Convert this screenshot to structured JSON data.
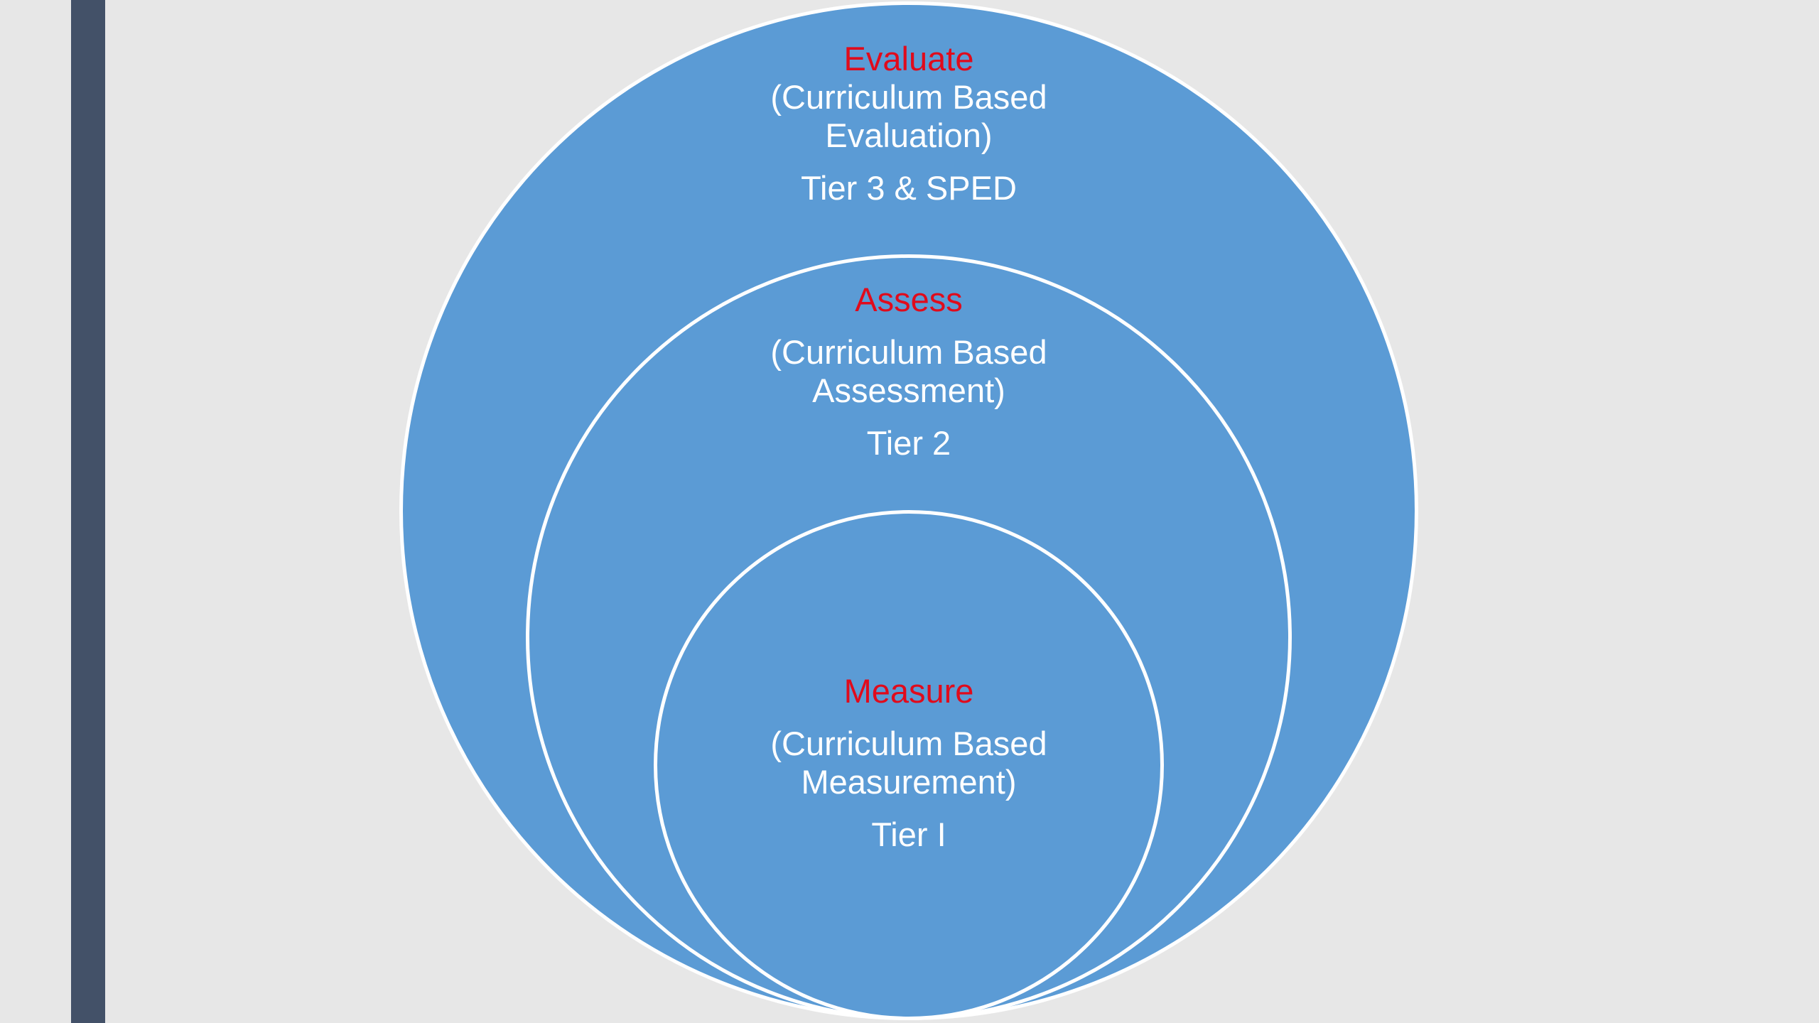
{
  "diagram": {
    "outer": {
      "heading": "Evaluate",
      "description": "(Curriculum Based Evaluation)",
      "tier": "Tier 3 & SPED"
    },
    "middle": {
      "heading": "Assess",
      "description": "(Curriculum Based Assessment)",
      "tier": "Tier 2"
    },
    "inner": {
      "heading": "Measure",
      "description": "(Curriculum Based Measurement)",
      "tier": "Tier I"
    }
  },
  "colors": {
    "background": "#e7e7e7",
    "accent_bar": "#435168",
    "circle_fill": "#5b9bd5",
    "circle_border": "#ffffff",
    "heading": "#e00b1c",
    "text": "#ffffff"
  }
}
